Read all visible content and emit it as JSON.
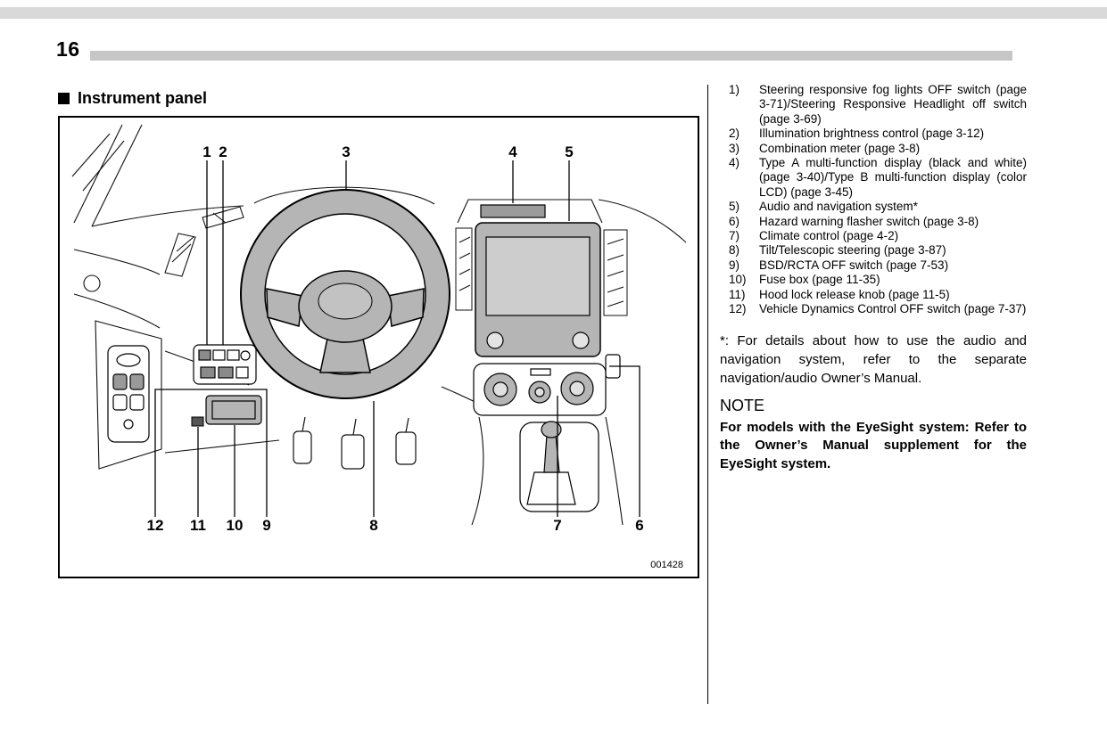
{
  "page": {
    "number": "16"
  },
  "section": {
    "title": "Instrument panel"
  },
  "figure": {
    "code": "001428",
    "callouts": [
      "1",
      "2",
      "3",
      "4",
      "5",
      "6",
      "7",
      "8",
      "9",
      "10",
      "11",
      "12"
    ],
    "colors": {
      "component_fill": "#b5b5b5",
      "screen_fill": "#cdcdcd"
    }
  },
  "legend": {
    "items": [
      {
        "num": "1)",
        "text": "Steering responsive fog lights OFF switch (page 3-71)/Steering Responsive Headlight off switch (page 3-69)"
      },
      {
        "num": "2)",
        "text": "Illumination brightness control (page 3-12)"
      },
      {
        "num": "3)",
        "text": "Combination meter (page 3-8)"
      },
      {
        "num": "4)",
        "text": "Type A multi-function display (black and white) (page 3-40)/Type B multi-function display (color LCD) (page 3-45)"
      },
      {
        "num": "5)",
        "text": "Audio and navigation system*"
      },
      {
        "num": "6)",
        "text": "Hazard warning flasher switch (page 3-8)"
      },
      {
        "num": "7)",
        "text": "Climate control (page 4-2)"
      },
      {
        "num": "8)",
        "text": "Tilt/Telescopic steering (page 3-87)"
      },
      {
        "num": "9)",
        "text": "BSD/RCTA OFF switch (page 7-53)"
      },
      {
        "num": "10)",
        "text": "Fuse box (page 11-35)"
      },
      {
        "num": "11)",
        "text": "Hood lock release knob (page 11-5)"
      },
      {
        "num": "12)",
        "text": "Vehicle Dynamics Control OFF switch (page 7-37)"
      }
    ],
    "footnote": "*: For details about how to use the audio and navigation system, refer to the separate navigation/audio Owner’s Manual."
  },
  "note": {
    "title": "NOTE",
    "body": "For models with the EyeSight system: Refer to the Owner’s Manual supplement for the EyeSight system."
  }
}
